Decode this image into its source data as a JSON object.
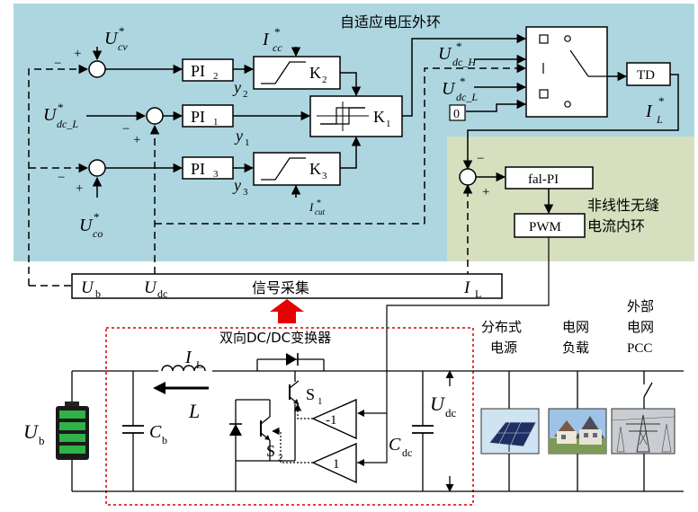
{
  "regions": {
    "outer_loop_title": "自适应电压外环",
    "inner_loop_title": "非线性无缝",
    "inner_loop_title_2": "电流内环",
    "signal_acquisition": "信号采集",
    "converter_title": "双向DC/DC变换器"
  },
  "blocks": {
    "pi2": "PI",
    "pi2_sub": "2",
    "pi1": "PI",
    "pi1_sub": "1",
    "pi3": "PI",
    "pi3_sub": "3",
    "k2": "K",
    "k2_sub": "2",
    "k1": "K",
    "k1_sub": "1",
    "k3": "K",
    "k3_sub": "3",
    "td": "TD",
    "fal_pi": "fal-PI",
    "pwm": "PWM",
    "zero": "0",
    "gain_neg": "-1",
    "gain_pos": "1"
  },
  "signals": {
    "ucv": "U",
    "ucv_sub": "cv",
    "ucv_star": "*",
    "udcl_ref": "U",
    "udcl_ref_sub": "dc_L",
    "udcl_ref_star": "*",
    "uco": "U",
    "uco_sub": "co",
    "uco_star": "*",
    "icc": "I",
    "icc_sub": "cc",
    "icc_star": "*",
    "icut": "I",
    "icut_sub": "cut",
    "icut_star": "*",
    "udch": "U",
    "udch_sub": "dc_H",
    "udch_star": "*",
    "udcl": "U",
    "udcl_sub": "dc_L",
    "udcl_star": "*",
    "y1": "y",
    "y1_sub": "1",
    "y2": "y",
    "y2_sub": "2",
    "y3": "y",
    "y3_sub": "3",
    "il_ref": "I",
    "il_ref_sub": "L",
    "il_ref_star": "*",
    "ub_sig": "U",
    "ub_sig_sub": "b",
    "udc_sig": "U",
    "udc_sig_sub": "dc",
    "il_sig": "I",
    "il_sig_sub": "L"
  },
  "signs": {
    "plus": "+",
    "minus": "−"
  },
  "circuit": {
    "ub": "U",
    "ub_sub": "b",
    "cb": "C",
    "cb_sub": "b",
    "il": "I",
    "il_sub": "L",
    "l": "L",
    "s1": "S",
    "s1_sub": "1",
    "s2": "S",
    "s2_sub": "2",
    "udc": "U",
    "udc_sub": "dc",
    "cdc": "C",
    "cdc_sub": "dc"
  },
  "loads": {
    "distributed_1": "分布式",
    "distributed_2": "电源",
    "grid_load_1": "电网",
    "grid_load_2": "负载",
    "external_1": "外部",
    "external_2": "电网",
    "external_3": "PCC"
  },
  "colors": {
    "outer_bg": "#aed6e0",
    "inner_bg": "#d6e0bf",
    "arrow_red": "#e60000",
    "box_red": "#d40000",
    "battery_green": "#2fb247"
  }
}
